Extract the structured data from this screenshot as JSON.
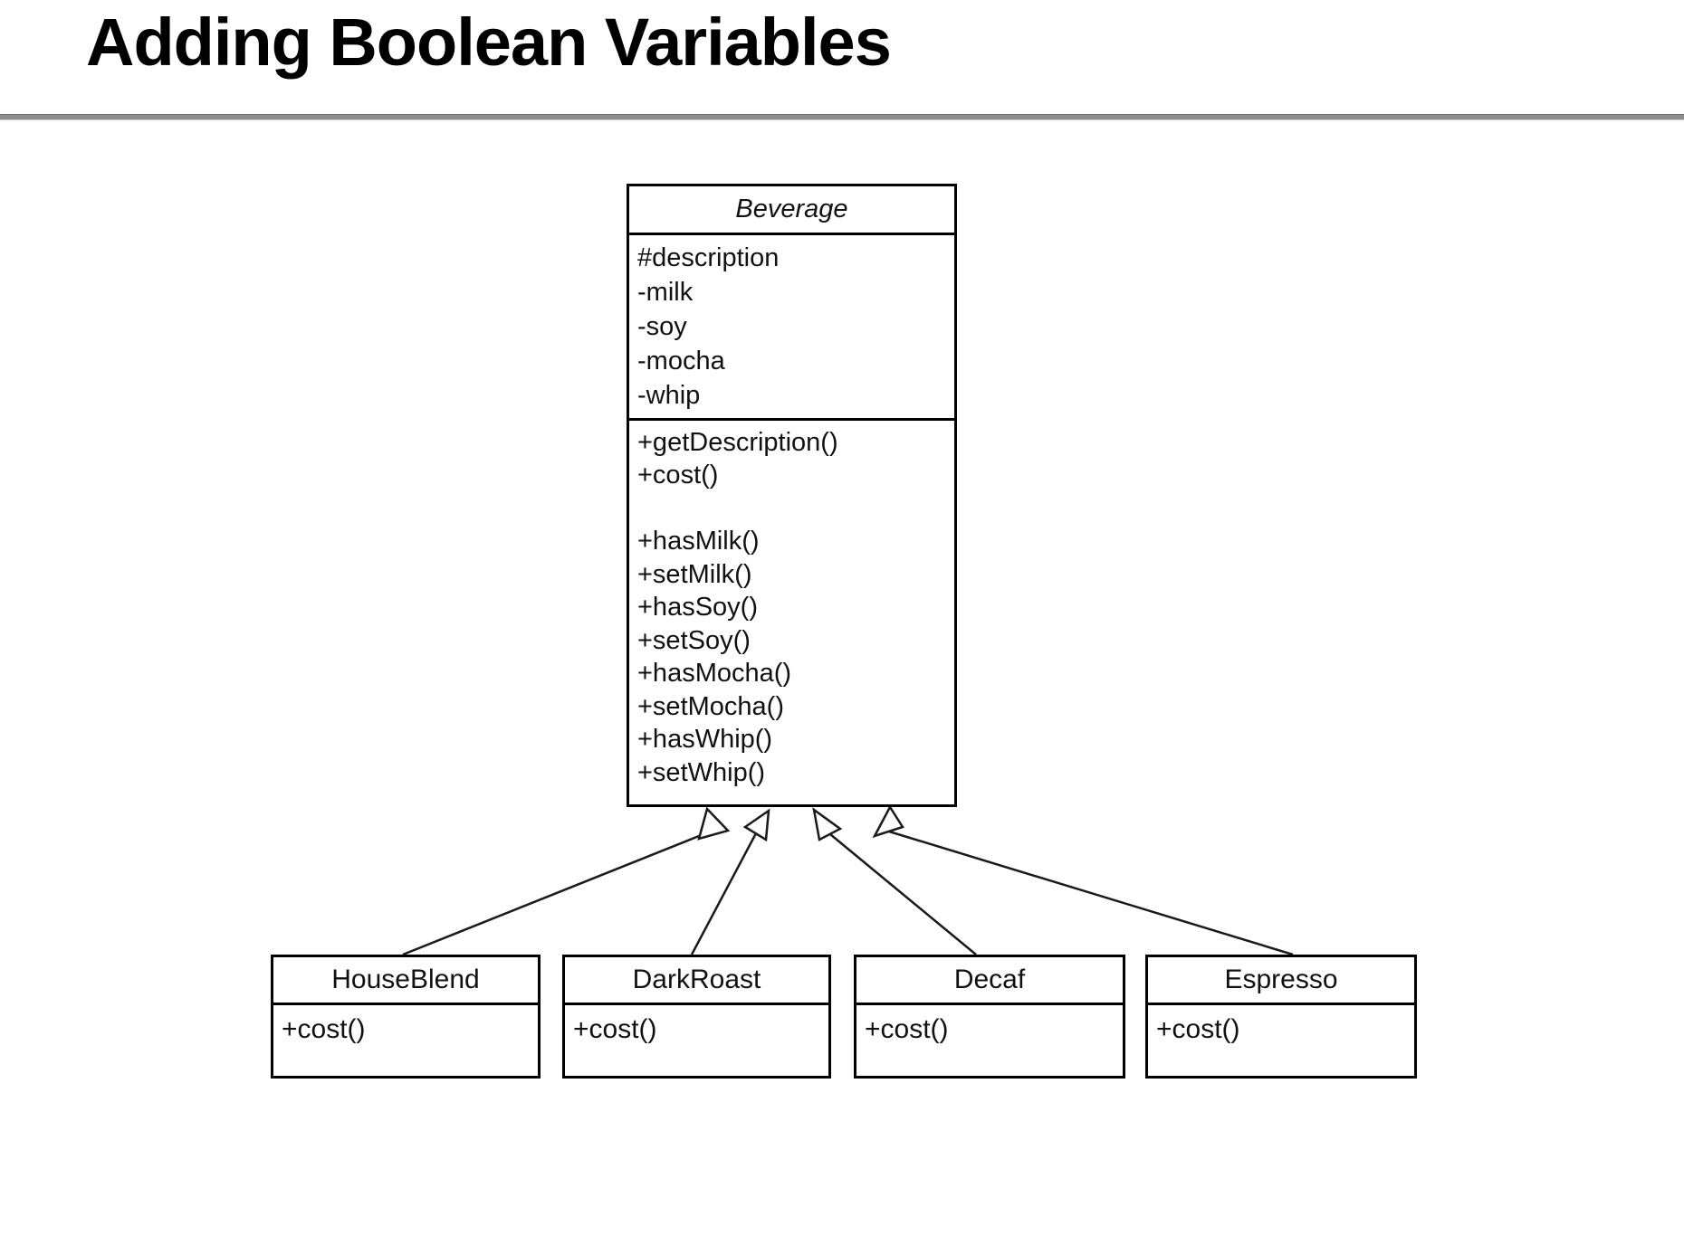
{
  "slide": {
    "title": "Adding Boolean Variables"
  },
  "uml": {
    "beverage": {
      "name": "Beverage",
      "attributes": [
        "#description",
        "-milk",
        "-soy",
        "-mocha",
        "-whip"
      ],
      "methods": [
        "+getDescription()",
        "+cost()",
        "",
        "+hasMilk()",
        "+setMilk()",
        "+hasSoy()",
        "+setSoy()",
        "+hasMocha()",
        "+setMocha()",
        "+hasWhip()",
        "+setWhip()"
      ]
    },
    "subclasses": [
      {
        "name": "HouseBlend",
        "methods": [
          "+cost()"
        ]
      },
      {
        "name": "DarkRoast",
        "methods": [
          "+cost()"
        ]
      },
      {
        "name": "Decaf",
        "methods": [
          "+cost()"
        ]
      },
      {
        "name": "Espresso",
        "methods": [
          "+cost()"
        ]
      }
    ]
  },
  "colors": {
    "text": "#000000",
    "box_border": "#000000",
    "title_rule": "#8e8e8e",
    "background": "#ffffff"
  }
}
